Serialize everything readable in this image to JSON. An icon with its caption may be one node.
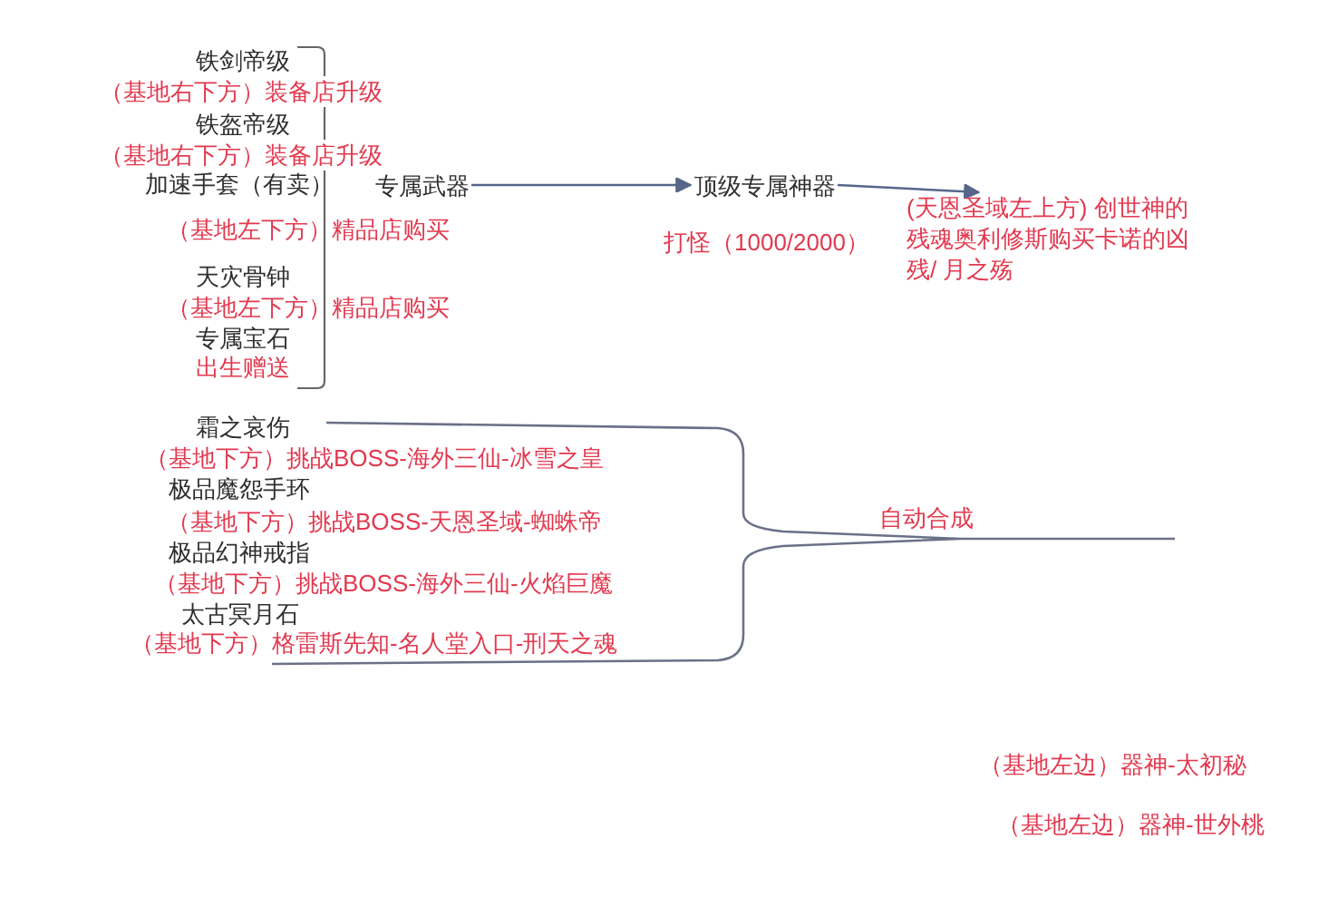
{
  "diagram": {
    "nodes": [
      {
        "text": [
          "专属武器"
        ]
      },
      {
        "text": [
          "顶级专属神器"
        ],
        "beside": [
          "打怪（1000/2000）"
        ]
      },
      {
        "text": [
          "(天恩圣域左上方) 创世神的残魂奥利修斯购买卡诺的凶残/ 月之殇"
        ]
      }
    ],
    "edges": [
      {
        "from": 0,
        "to": 1,
        "arrow": "to"
      },
      {
        "from": 1,
        "to": 2,
        "arrow": "to"
      }
    ],
    "labels": [
      "铁剑帝级",
      "（基地右下方）装备店升级",
      "铁盔帝级",
      "（基地右下方）装备店升级",
      "加速手套（有卖）",
      "（基地左下方）精品店购买",
      "天灾骨钟",
      "（基地左下方）精品店购买",
      "专属宝石",
      "出生赠送",
      "霜之哀伤",
      "（基地下方）挑战BOSS-海外三仙-冰雪之皇",
      "极品魔怨手环",
      "（基地下方）挑战BOSS-天恩圣域-蜘蛛帝",
      "极品幻神戒指",
      "（基地下方）挑战BOSS-海外三仙-火焰巨魔",
      "太古冥月石",
      "（基地下方）格雷斯先知-名人堂入口-刑天之魂",
      "自动合成",
      "（基地左边）器神-太初秘",
      "（基地左边）器神-世外桃"
    ]
  }
}
